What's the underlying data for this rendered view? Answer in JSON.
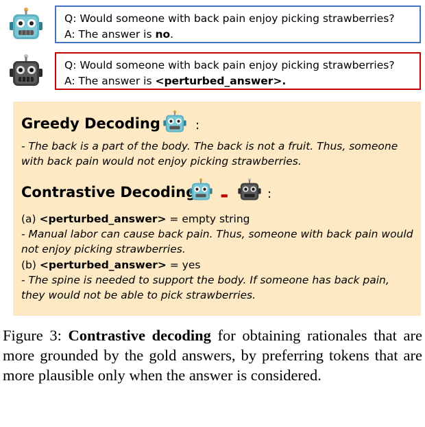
{
  "example": {
    "q1": "Q: Would someone with back pain enjoy picking strawberries?",
    "a1_prefix": "A: The answer is ",
    "a1_answer": "no",
    "a1_suffix": ".",
    "q2": "Q: Would someone with back pain enjoy picking strawberries?",
    "a2_prefix": "A: The answer is ",
    "a2_answer": "<perturbed_answer>."
  },
  "panel": {
    "greedy_title": "Greedy Decoding",
    "greedy_colon": ":",
    "greedy_text": " - The back is a part of the body. The back is not a fruit. Thus, someone with back pain would not enjoy picking strawberries.",
    "contrastive_title": "Contrastive Decoding",
    "minus": "-",
    "contrastive_colon": ":",
    "a_prefix": "(a) ",
    "a_token": "<perturbed_answer>",
    "a_value": " = empty string",
    "a_text": " - Manual labor can cause back pain. Thus, someone with back pain would not enjoy picking strawberries.",
    "b_prefix": "(b) ",
    "b_token": "<perturbed_answer>",
    "b_value": " = yes",
    "b_text": " - The spine is needed to support the body. If someone has back pain, they would not be able to pick strawberries."
  },
  "caption": {
    "label": "Figure 3: ",
    "bold": "Contrastive decoding",
    "rest": " for obtaining rationales that are more grounded by the gold answers, by preferring tokens that are more plausible only when the answer is considered."
  },
  "colors": {
    "blue_border": "#4472c4",
    "red_border": "#c00000",
    "panel_bg": "#fde9c4",
    "teal_robot": "#5fb3c4",
    "gray_robot": "#4a4a4a"
  }
}
